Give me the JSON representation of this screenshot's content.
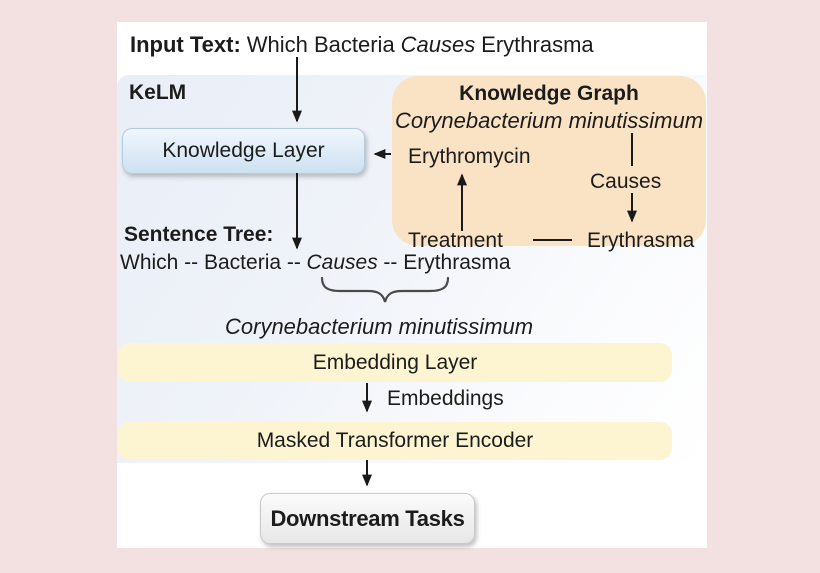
{
  "colors": {
    "page-bg": "#f3e1e1",
    "panel-bg": "#ffffff",
    "kelm-tint": "#e9eef7",
    "kg-bg": "#fae3c5",
    "layer-yellow": "#fdf5d1",
    "kl-top": "#f0f7fd",
    "kl-bottom": "#cde1f1",
    "kl-border": "#b5cadc",
    "button-top": "#fbfbfb",
    "button-bottom": "#e7e7e7",
    "button-border": "#c9c9c9",
    "text": "#1c1c1c",
    "arrow": "#1a1a1a"
  },
  "input_line": {
    "label": "Input Text:",
    "segment_1": "Which Bacteria",
    "italic_segment": "Causes",
    "segment_2": "Erythrasma"
  },
  "kelm": {
    "label": "KeLM",
    "knowledge_layer_label": "Knowledge Layer"
  },
  "knowledge_graph": {
    "title": "Knowledge Graph",
    "entity": "Corynebacterium minutissimum",
    "erythromycin_node": "Erythromycin",
    "causes_edge_label": "Causes",
    "treatment_node": "Treatment",
    "erythrasma_node": "Erythrasma"
  },
  "sentence_tree": {
    "label": "Sentence Tree:",
    "segment_1": "Which -- Bacteria --",
    "italic_segment": "Causes",
    "segment_2": "-- Erythrasma",
    "brace_annotation": "Corynebacterium minutissimum"
  },
  "pipeline": {
    "embedding_layer_label": "Embedding Layer",
    "embeddings_arrow_label": "Embeddings",
    "encoder_label": "Masked Transformer Encoder",
    "downstream_tasks_label": "Downstream Tasks"
  }
}
